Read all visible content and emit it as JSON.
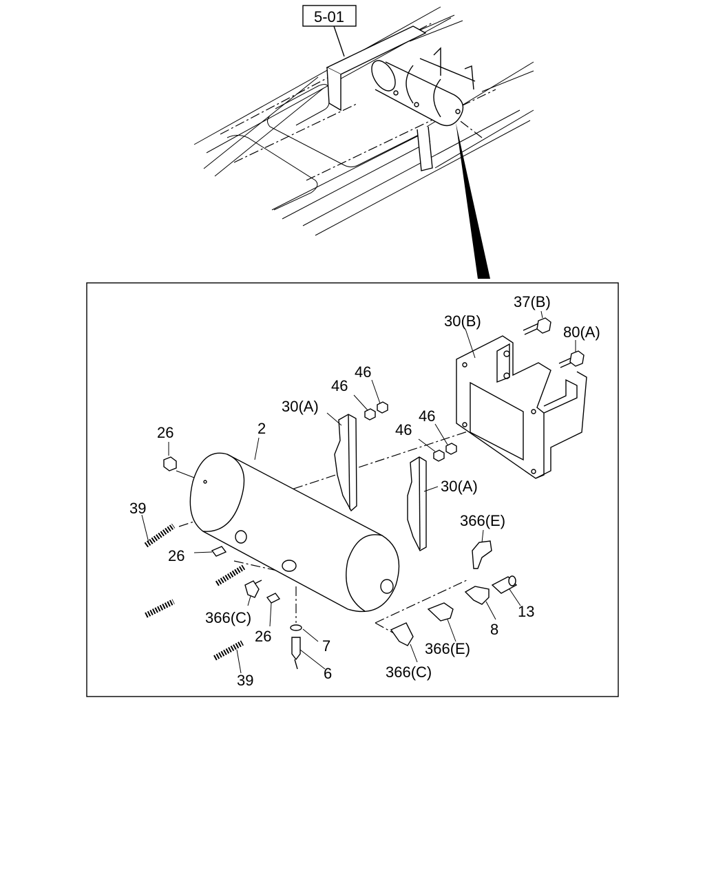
{
  "reference_box": "5-01",
  "callouts": {
    "c37B": "37(B)",
    "c30B": "30(B)",
    "c80A": "80(A)",
    "c46a": "46",
    "c46b": "46",
    "c46c": "46",
    "c46d": "46",
    "c30Aa": "30(A)",
    "c30Ab": "30(A)",
    "c26a": "26",
    "c26b": "26",
    "c26c": "26",
    "c2": "2",
    "c39a": "39",
    "c39b": "39",
    "c366Ea": "366(E)",
    "c366Eb": "366(E)",
    "c366Ca": "366(C)",
    "c366Cb": "366(C)",
    "c13": "13",
    "c8": "8",
    "c7": "7",
    "c6": "6"
  }
}
